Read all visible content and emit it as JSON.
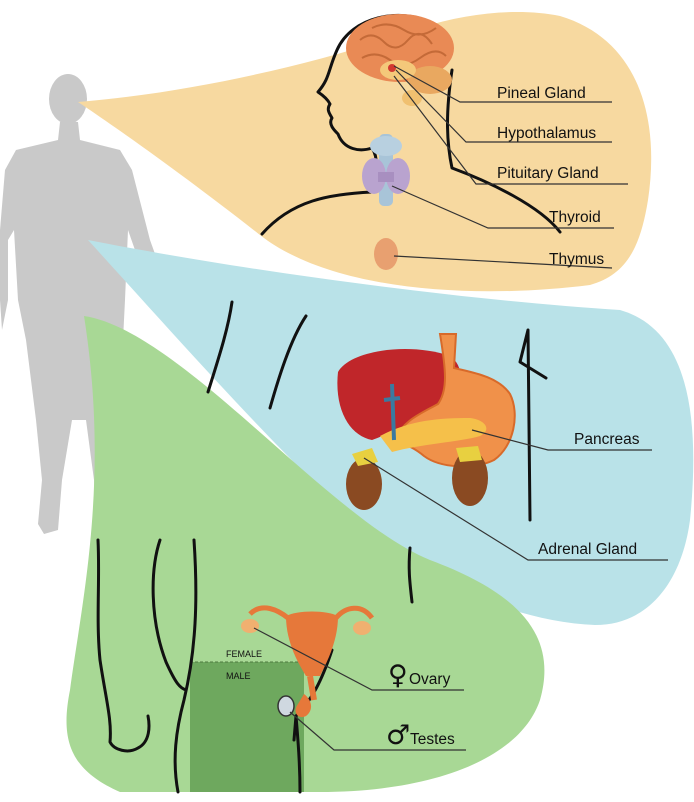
{
  "colors": {
    "head_panel": "#f7d9a0",
    "abdomen_panel": "#b9e2e8",
    "pelvis_panel": "#a8d895",
    "silhouette": "#c9c9c9",
    "male_box": "#6ea85e",
    "liver": "#c0262a",
    "stomach": "#f0914a",
    "kidney": "#8a4a22"
  },
  "labels": {
    "pineal": "Pineal Gland",
    "hypothalamus": "Hypothalamus",
    "pituitary": "Pituitary Gland",
    "thyroid": "Thyroid",
    "thymus": "Thymus",
    "pancreas": "Pancreas",
    "adrenal": "Adrenal Gland",
    "ovary": "Ovary",
    "testes": "Testes",
    "female": "FEMALE",
    "male": "MALE"
  },
  "symbols": {
    "female_symbol": "♀",
    "male_symbol": "♂"
  }
}
